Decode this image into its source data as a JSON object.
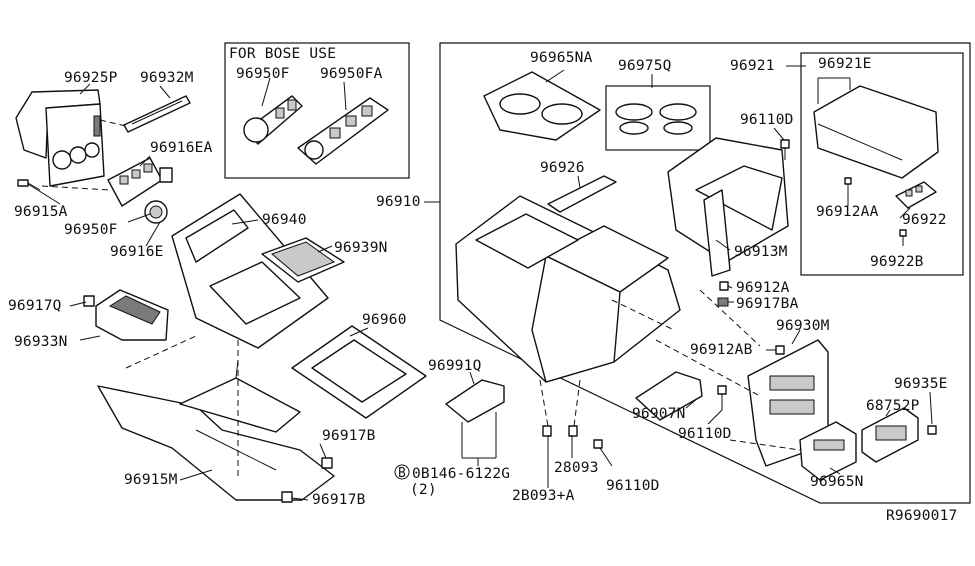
{
  "bose_box": {
    "title": "FOR BOSE USE"
  },
  "labels": {
    "p96925P": "96925P",
    "p96932M": "96932M",
    "p96916EA": "96916EA",
    "p96915A": "96915A",
    "p96950F_main": "96950F",
    "p96916E": "96916E",
    "p96950F_bose": "96950F",
    "p96950FA": "96950FA",
    "p96940": "96940",
    "p96939N": "96939N",
    "p96917Q": "96917Q",
    "p96933N": "96933N",
    "p96960": "96960",
    "p96915M": "96915M",
    "p96917B_a": "96917B",
    "p96917B_b": "96917B",
    "p96965NA": "96965NA",
    "p96975Q": "96975Q",
    "p96921": "96921",
    "p96921E": "96921E",
    "p96110D_a": "96110D",
    "p96926": "96926",
    "p96910": "96910",
    "p96912AA": "96912AA",
    "p96922": "96922",
    "p96913M": "96913M",
    "p96922B": "96922B",
    "p96912A": "96912A",
    "p96917BA": "96917BA",
    "p96930M": "96930M",
    "p96912AB": "96912AB",
    "p96991Q": "96991Q",
    "p96907N": "96907N",
    "p96110D_b": "96110D",
    "p96935E": "96935E",
    "p68752P": "68752P",
    "p96965N": "96965N",
    "p28093": "28093",
    "p28093A": "2B093+A",
    "p96110D_c": "96110D",
    "bolt_code": "0B146-6122G",
    "bolt_qty": "(2)",
    "bolt_symbol": "B",
    "ref_code": "R9690017"
  }
}
